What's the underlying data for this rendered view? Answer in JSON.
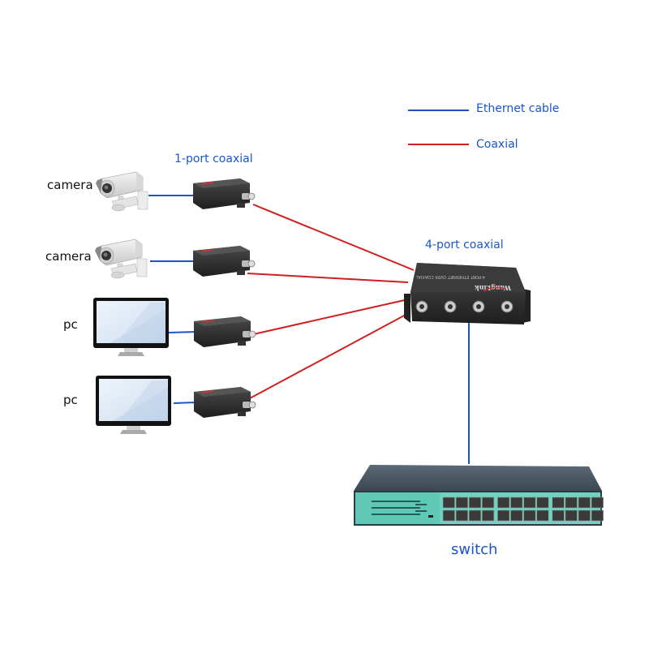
{
  "legend": {
    "items": [
      {
        "label": "Ethernet cable",
        "color": "#1a56c9"
      },
      {
        "label": "Coaxial",
        "color": "#d01f1f"
      }
    ]
  },
  "labels": {
    "one_port": "1-port coaxial",
    "four_port": "4-port coaxial",
    "switch": "switch"
  },
  "endpoints": [
    {
      "type": "camera",
      "label": "camera"
    },
    {
      "type": "camera",
      "label": "camera"
    },
    {
      "type": "pc",
      "label": "pc"
    },
    {
      "type": "pc",
      "label": "pc"
    }
  ],
  "four_port_device": {
    "brand": "WangLink",
    "port_count": 4
  },
  "switch_device": {
    "port_count": 24
  },
  "colors": {
    "ethernet": "#1a56c9",
    "coaxial": "#d01f1f",
    "device_dark": "#2a2a2a",
    "switch_teal": "#5fc9b5"
  }
}
